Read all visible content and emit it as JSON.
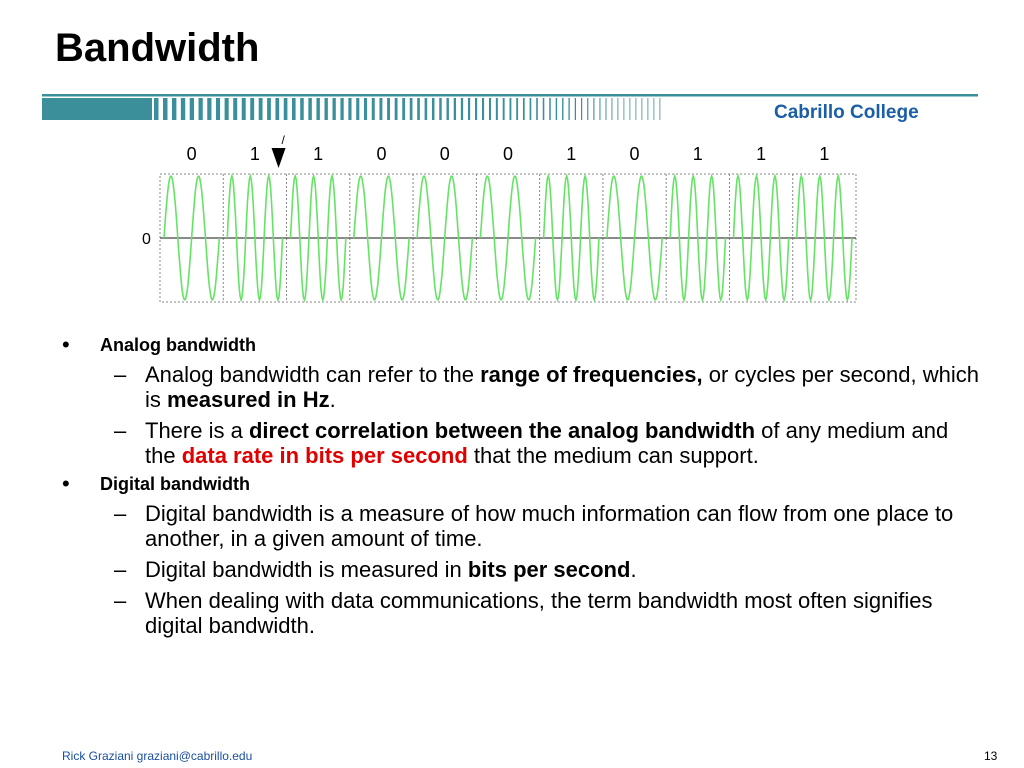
{
  "title": "Bandwidth",
  "banner": {
    "college": "Cabrillo College",
    "accent_color": "#3a8f9a"
  },
  "diagram": {
    "bits": [
      "0",
      "1",
      "1",
      "0",
      "0",
      "0",
      "1",
      "0",
      "1",
      "1",
      "1"
    ],
    "pointer_label": "/",
    "axis_label": "0",
    "wave_color": "#66e266"
  },
  "bullets": [
    {
      "heading": "Analog bandwidth",
      "items": [
        [
          {
            "t": "Analog bandwidth can refer to the "
          },
          {
            "t": "range of frequencies,",
            "b": true
          },
          {
            "t": "  or cycles per second, which is "
          },
          {
            "t": "measured in Hz",
            "b": true
          },
          {
            "t": "."
          }
        ],
        [
          {
            "t": "There is a "
          },
          {
            "t": "direct correlation between the analog bandwidth",
            "b": true
          },
          {
            "t": " of any medium and the "
          },
          {
            "t": "data rate in bits per second",
            "b": true,
            "red": true
          },
          {
            "t": " that the medium can support."
          }
        ]
      ]
    },
    {
      "heading": "Digital bandwidth",
      "items": [
        [
          {
            "t": "Digital bandwidth is a measure of how much information can flow from one place to another, in a given amount of time."
          }
        ],
        [
          {
            "t": "Digital bandwidth is measured in "
          },
          {
            "t": "bits per second",
            "b": true
          },
          {
            "t": "."
          }
        ],
        [
          {
            "t": "When dealing with data communications, the term bandwidth most often signifies digital bandwidth."
          }
        ]
      ]
    }
  ],
  "footer": {
    "author": "Rick Graziani  graziani@cabrillo.edu",
    "page": "13"
  }
}
